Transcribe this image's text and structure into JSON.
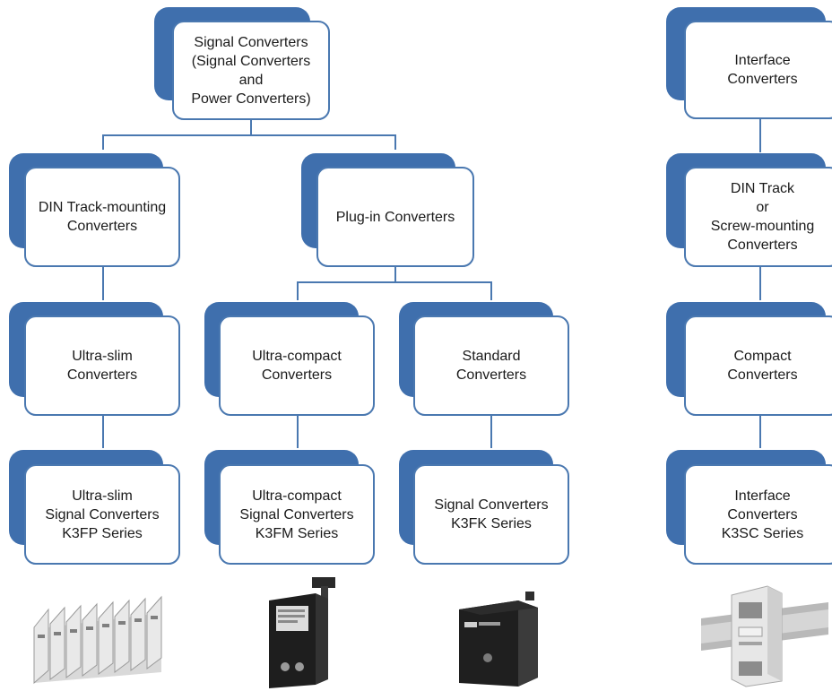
{
  "nodes": {
    "signal_converters": "Signal Converters\n(Signal Converters\nand\nPower Converters)",
    "din_track_converters": "DIN Track-mounting\nConverters",
    "plugin_converters": "Plug-in Converters",
    "ultra_slim_converters": "Ultra-slim\nConverters",
    "ultra_compact_converters": "Ultra-compact\nConverters",
    "standard_converters": "Standard\nConverters",
    "k3fp_series": "Ultra-slim\nSignal Converters\nK3FP Series",
    "k3fm_series": "Ultra-compact\nSignal Converters\nK3FM Series",
    "k3fk_series": "Signal Converters\nK3FK Series",
    "interface_converters": "Interface\nConverters",
    "din_screw_converters": "DIN Track\nor\nScrew-mounting\nConverters",
    "compact_converters": "Compact\nConverters",
    "k3sc_series": "Interface\nConverters\nK3SC Series"
  },
  "colors": {
    "tab": "#3f6fad",
    "border": "#4a78b0",
    "connector": "#4a78b0",
    "text": "#1a1a1a"
  }
}
